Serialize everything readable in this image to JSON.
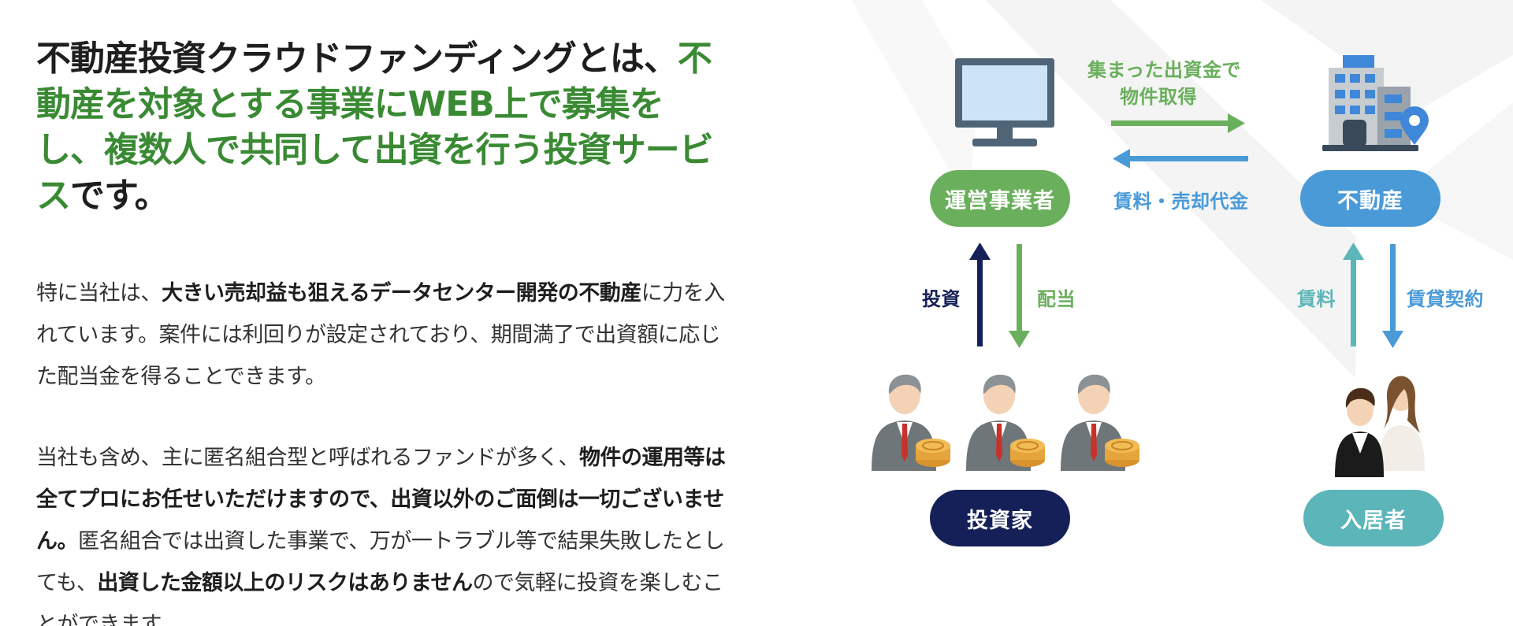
{
  "headline": {
    "part1": "不動産投資クラウドファンディングとは、",
    "part2_green": "不動産を対象とする事業にWEB上で募集をし、複数人で共同して出資を行う投資サービス",
    "part3": "です。"
  },
  "paragraph1": {
    "t1": "特に当社は、",
    "b1": "大きい売却益も狙えるデータセンター開発の不動産",
    "t2": "に力を入れています。案件には利回りが設定されており、期間満了で出資額に応じた配当金を得ることできます。"
  },
  "paragraph2": {
    "t1": "当社も含め、主に匿名組合型と呼ばれるファンドが多く、",
    "b1": "物件の運用等は全てプロにお任せいただけますので、出資以外のご面倒は一切ございません。",
    "t2": "匿名組合では出資した事業で、万が一トラブル等で結果失敗したとしても、",
    "b2": "出資した金額以上のリスクはありません",
    "t3": "ので気軽に投資を楽しむことができます。"
  },
  "diagram": {
    "nodes": {
      "operator": "運営事業者",
      "real_estate": "不動産",
      "investor": "投資家",
      "tenant": "入居者"
    },
    "flows": {
      "acquisition_line1": "集まった出資金で",
      "acquisition_line2": "物件取得",
      "rent_and_sale": "賃料・売却代金",
      "investment": "投資",
      "dividend": "配当",
      "rent": "賃料",
      "lease_contract": "賃貸契約"
    },
    "icons": [
      "monitor-icon",
      "building-icon",
      "location-pin-icon",
      "businessman-with-coins-icon",
      "tenant-couple-icon"
    ]
  },
  "colors": {
    "green": "#6aaf5c",
    "headline_green": "#3a8a34",
    "blue": "#4a9ad8",
    "navy": "#152058",
    "teal": "#5bb5b9"
  }
}
